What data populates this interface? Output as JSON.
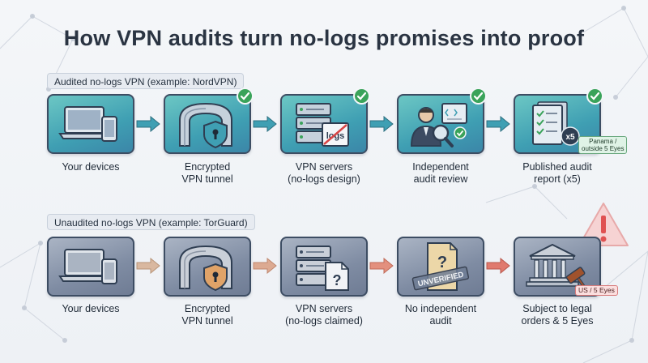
{
  "title": "How VPN audits turn no-logs promises into proof",
  "audited": {
    "label_bold": "Audited no-logs VPN",
    "label_plain": " (example: NordVPN)",
    "steps": [
      {
        "caption": [
          "Your devices",
          ""
        ],
        "icon": "devices-icon",
        "checked": false
      },
      {
        "caption": [
          "Encrypted",
          "VPN tunnel"
        ],
        "icon": "tunnel-shield-icon",
        "checked": true
      },
      {
        "caption": [
          "VPN servers",
          "(no-logs design)"
        ],
        "icon": "server-no-logs-icon",
        "checked": true
      },
      {
        "caption": [
          "Independent",
          "audit review"
        ],
        "icon": "auditor-icon",
        "checked": true
      },
      {
        "caption": [
          "Published audit",
          "report (x5)"
        ],
        "icon": "audit-report-icon",
        "checked": true
      }
    ],
    "report_count": "x5",
    "logs_text": "logs",
    "jurisdiction": [
      "Panama /",
      "outside 5 Eyes"
    ]
  },
  "unaudited": {
    "label_bold": "Unaudited no-logs VPN",
    "label_plain": " (example: TorGuard)",
    "steps": [
      {
        "caption": [
          "Your devices",
          ""
        ],
        "icon": "devices-icon"
      },
      {
        "caption": [
          "Encrypted",
          "VPN tunnel"
        ],
        "icon": "tunnel-shield-icon"
      },
      {
        "caption": [
          "VPN servers",
          "(no-logs claimed)"
        ],
        "icon": "server-question-icon"
      },
      {
        "caption": [
          "No independent",
          "audit"
        ],
        "icon": "unverified-document-icon"
      },
      {
        "caption": [
          "Subject to legal",
          "orders & 5 Eyes"
        ],
        "icon": "courthouse-gavel-icon"
      }
    ],
    "stamp_text": "UNVERIFIED",
    "jurisdiction": "US / 5 Eyes"
  },
  "colors": {
    "audited_card": "#4aa8b8",
    "unaudited_card": "#8592a8",
    "check": "#3aa35a",
    "arrow_teal": "#3f9fb3",
    "arrow_warning": "#e07a6e",
    "warning": "#e05252"
  }
}
